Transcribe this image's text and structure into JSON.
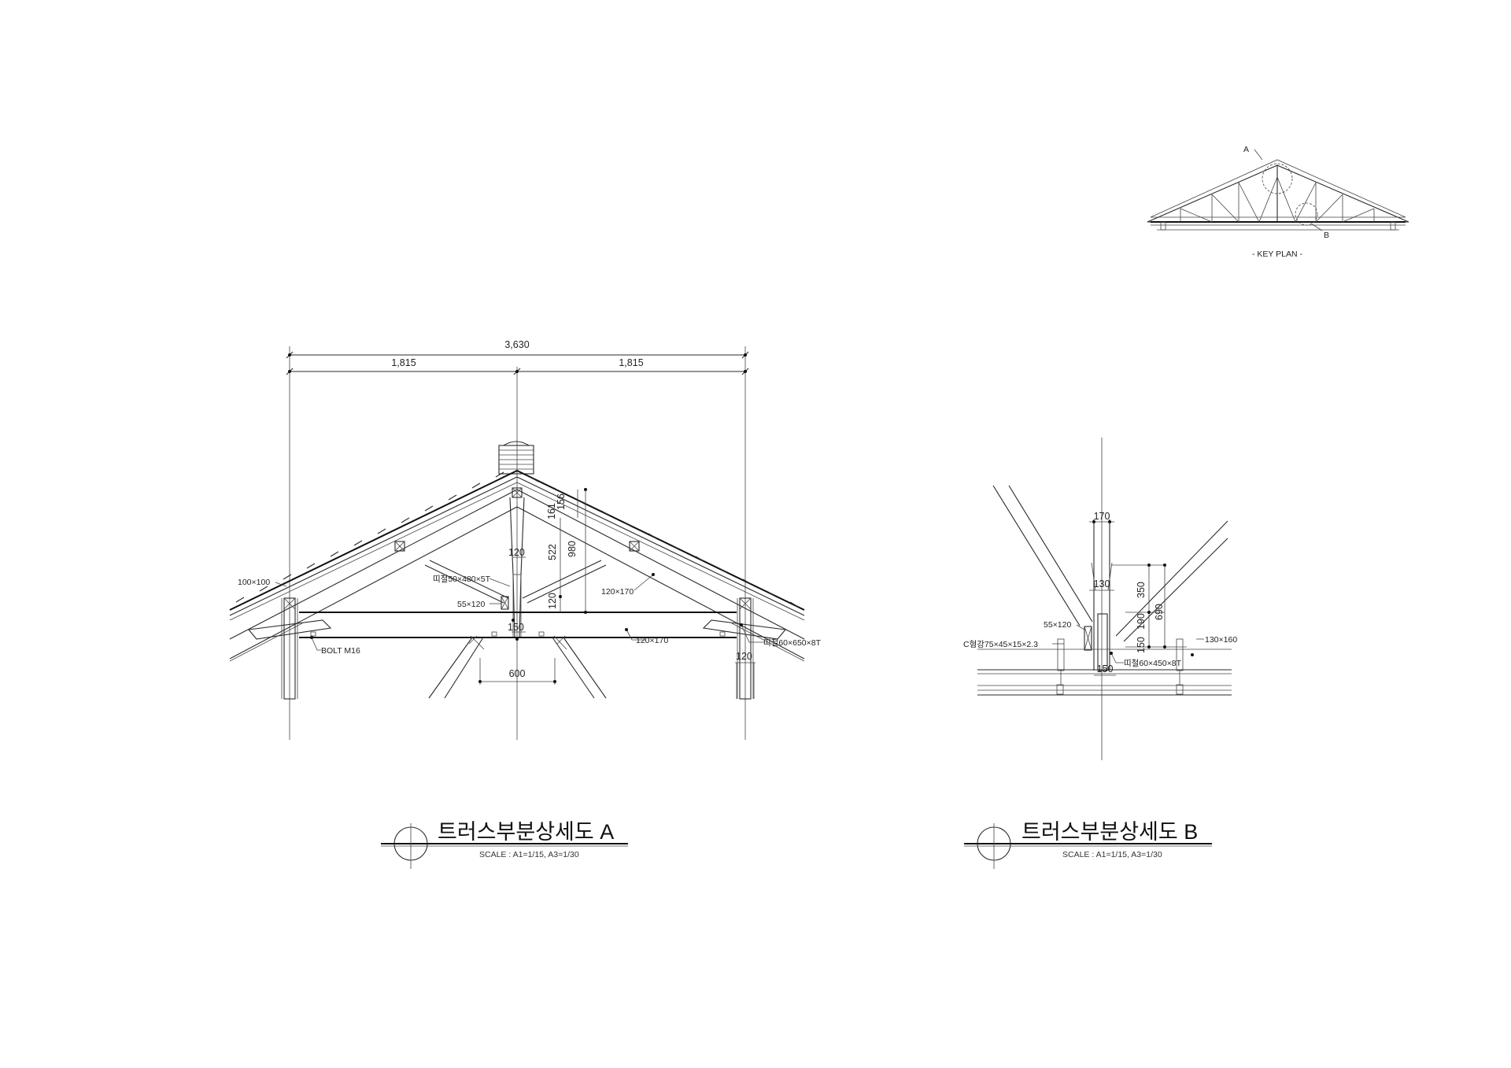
{
  "key_plan": {
    "marker_a": "A",
    "marker_b": "B",
    "caption": "- KEY PLAN -"
  },
  "detail_a": {
    "title": "트러스부분상세도 A",
    "scale": "SCALE : A1=1/15, A3=1/30",
    "dims": {
      "total_width": "3,630",
      "half_left": "1,815",
      "half_right": "1,815",
      "d_161": "161",
      "d_156": "156",
      "d_522": "522",
      "d_980": "980",
      "d_120_top": "120",
      "d_120_mid": "120",
      "d_120_right": "120",
      "d_150": "150",
      "d_600": "600"
    },
    "labels": {
      "purlin": "100×100",
      "plate_upper": "띠철50×480×5T",
      "block": "55×120",
      "strut": "120×170",
      "tie": "120×170",
      "bolt": "BOLT M16",
      "plate_right": "띠철60×650×8T"
    }
  },
  "detail_b": {
    "title": "트러스부분상세도 B",
    "scale": "SCALE : A1=1/15, A3=1/30",
    "dims": {
      "d_170": "170",
      "d_130": "130",
      "d_350": "350",
      "d_690": "690",
      "d_190": "190",
      "d_150_v": "150",
      "d_150_h": "150"
    },
    "labels": {
      "block": "55×120",
      "channel": "C형강75×45×15×2.3",
      "beam": "130×160",
      "plate": "띠철60×450×8T"
    }
  }
}
